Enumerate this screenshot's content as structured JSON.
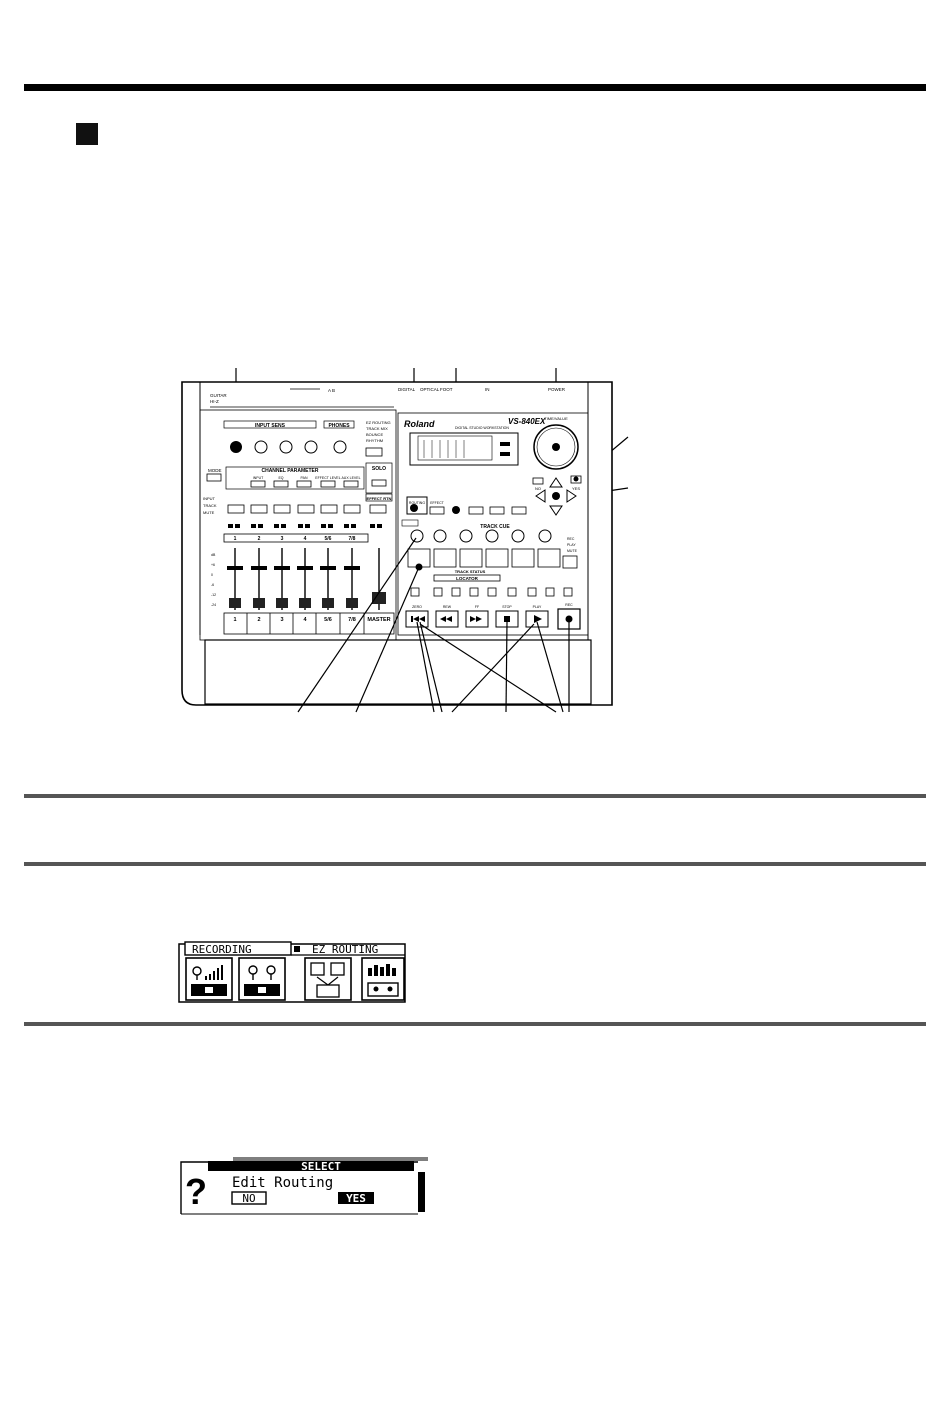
{
  "device": {
    "brand": "Roland",
    "model": "VS-840EX",
    "subtitle": "DIGITAL STUDIO WORKSTATION",
    "panel": {
      "input_sens": "INPUT SENS",
      "phones": "PHONES",
      "channel_parameter": "CHANNEL PARAMETER",
      "channel_parameter_buttons": [
        "INPUT",
        "EQ",
        "PAN",
        "EFFECT LEVEL",
        "AUX LEVEL"
      ],
      "solo": "SOLO",
      "effect_rtn": "EFFECT RTN",
      "track_cue": "TRACK CUE",
      "track_status": "TRACK STATUS",
      "locator": "LOCATOR",
      "master": "MASTER",
      "time_value": "TIME/VALUE",
      "enter_yes": "YES",
      "exit_no": "NO",
      "routing": "ROUTING",
      "effect": "EFFECT",
      "channel_labels": [
        "1",
        "2",
        "3",
        "4",
        "5/6",
        "7/8"
      ],
      "fader_labels": [
        "1",
        "2",
        "3",
        "4",
        "5/6",
        "7/8",
        "MASTER"
      ],
      "transport": [
        "ZERO",
        "REW",
        "FF",
        "STOP",
        "PLAY",
        "REC"
      ]
    }
  },
  "lcd_ez_routing": {
    "left_tab": "RECORDING",
    "right_tab": "EZ ROUTING"
  },
  "lcd_select": {
    "header": "SELECT",
    "message": "Edit Routing",
    "no": "NO",
    "yes": "YES"
  },
  "colors": {
    "ink": "#000000",
    "rule_gray": "#555555",
    "panel_fill": "#f4f4f4"
  }
}
